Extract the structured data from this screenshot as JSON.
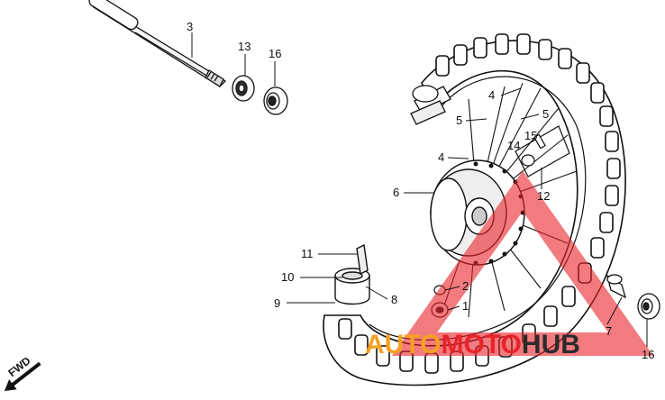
{
  "labels": {
    "l3": "3",
    "l13": "13",
    "l16a": "16",
    "l4a": "4",
    "l5a": "5",
    "l5b": "5",
    "l4b": "4",
    "l15": "15",
    "l14": "14",
    "l6": "6",
    "l12": "12",
    "l11": "11",
    "l10": "10",
    "l9": "9",
    "l8": "8",
    "l2": "2",
    "l1": "1",
    "l7": "7",
    "l16b": "16"
  },
  "fwd_label": "FWD",
  "watermark": {
    "part1": "AUTO",
    "part2": "MOTO",
    "part3": "HUB",
    "color_orange": "#f5a020",
    "color_red": "#e8232a",
    "color_dark": "#2b2b2b"
  }
}
